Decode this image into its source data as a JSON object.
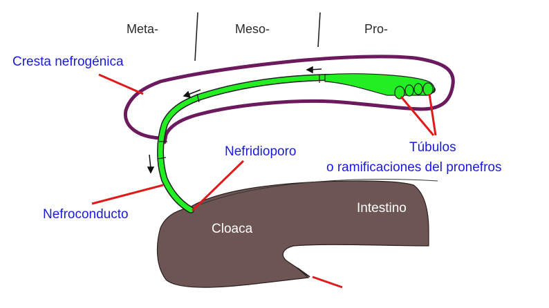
{
  "regions": {
    "meta": "Meta-",
    "meso": "Meso-",
    "pro": "Pro-"
  },
  "labels": {
    "cresta": "Cresta nefrogénica",
    "nefridioporo": "Nefridioporo",
    "tubulos_line1": "Túbulos",
    "tubulos_line2": "o ramificaciones del pronefros",
    "nefroconducto": "Nefroconducto",
    "intestino": "Intestino",
    "cloaca": "Cloaca"
  },
  "colors": {
    "label_text": "#1a1adf",
    "ridge_outline": "#6b1a5e",
    "duct_fill": "#22ee22",
    "gut_fill": "#6d5553",
    "pointer_lines": "#e01a1a"
  }
}
